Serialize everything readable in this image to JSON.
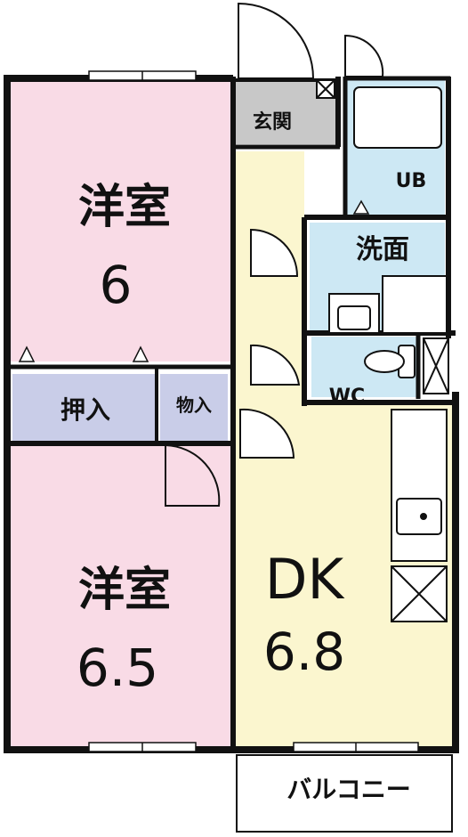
{
  "labels": {
    "western_room_1": {
      "name": "洋室",
      "size": "6"
    },
    "western_room_2": {
      "name": "洋室",
      "size": "6.5"
    },
    "closet_large": "押入",
    "closet_small": "物入",
    "dk": {
      "name": "DK",
      "size": "6.8"
    },
    "entrance": "玄関",
    "unit_bath": "UB",
    "washroom": "洗面",
    "toilet": "WC",
    "balcony": "バルコニー"
  },
  "colors": {
    "western_room": "#f9dbe6",
    "closet": "#c9cde8",
    "dk_floor": "#fbf6cf",
    "wet_area": "#cde8f4",
    "entrance": "#c8c8c8",
    "wall": "#111111"
  }
}
